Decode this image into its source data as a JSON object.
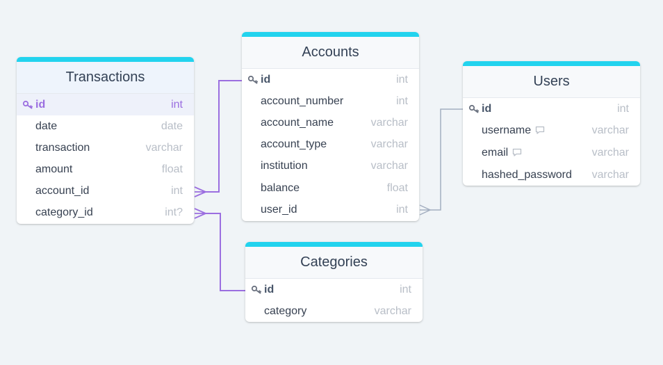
{
  "colors": {
    "accent_bar": "#22d3ee",
    "selected_relation": "#9b6ee0",
    "relation": "#94a3b8",
    "background": "#f0f4f7"
  },
  "tables": {
    "transactions": {
      "title": "Transactions",
      "fields": [
        {
          "name": "id",
          "type": "int",
          "primary_key": true
        },
        {
          "name": "date",
          "type": "date"
        },
        {
          "name": "transaction",
          "type": "varchar"
        },
        {
          "name": "amount",
          "type": "float"
        },
        {
          "name": "account_id",
          "type": "int"
        },
        {
          "name": "category_id",
          "type": "int?"
        }
      ]
    },
    "accounts": {
      "title": "Accounts",
      "fields": [
        {
          "name": "id",
          "type": "int",
          "primary_key": true
        },
        {
          "name": "account_number",
          "type": "int"
        },
        {
          "name": "account_name",
          "type": "varchar"
        },
        {
          "name": "account_type",
          "type": "varchar"
        },
        {
          "name": "institution",
          "type": "varchar"
        },
        {
          "name": "balance",
          "type": "float"
        },
        {
          "name": "user_id",
          "type": "int"
        }
      ]
    },
    "users": {
      "title": "Users",
      "fields": [
        {
          "name": "id",
          "type": "int",
          "primary_key": true
        },
        {
          "name": "username",
          "type": "varchar",
          "note_icon": "comment-icon"
        },
        {
          "name": "email",
          "type": "varchar",
          "note_icon": "comment-icon"
        },
        {
          "name": "hashed_password",
          "type": "varchar"
        }
      ]
    },
    "categories": {
      "title": "Categories",
      "fields": [
        {
          "name": "id",
          "type": "int",
          "primary_key": true
        },
        {
          "name": "category",
          "type": "varchar"
        }
      ]
    }
  },
  "relations": [
    {
      "from": "Transactions.account_id",
      "to": "Accounts.id",
      "cardinality": "many-to-one"
    },
    {
      "from": "Transactions.category_id",
      "to": "Categories.id",
      "cardinality": "many-to-one"
    },
    {
      "from": "Accounts.user_id",
      "to": "Users.id",
      "cardinality": "many-to-one"
    }
  ]
}
